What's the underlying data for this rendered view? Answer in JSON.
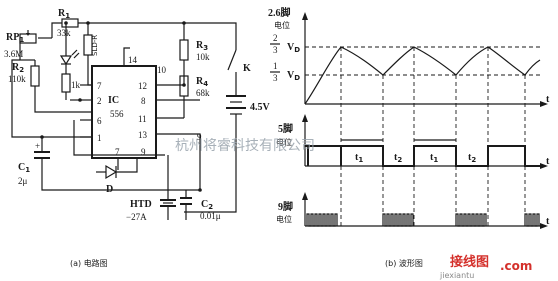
{
  "circuit": {
    "ic_label": "IC",
    "ic_model": "556",
    "pins_left": [
      "7",
      "2",
      "6",
      "1"
    ],
    "pins_right": [
      "12",
      "8",
      "11",
      "13"
    ],
    "pin_top": "14",
    "pin_bottom_left": "7",
    "pin_bottom_right": "9",
    "pin_9_outer": "9",
    "pin_10": "10",
    "rp1": "RP",
    "rp1_sub": "1",
    "rp1_value": "3.6M",
    "r1": "R",
    "r1_sub": "1",
    "r1_value": "33k",
    "r2": "R",
    "r2_sub": "2",
    "r2_value": "110k",
    "r_led_value": "1k",
    "led_label": "SLD-R",
    "r3": "R",
    "r3_sub": "3",
    "r3_value": "10k",
    "r4": "R",
    "r4_sub": "4",
    "r4_value": "68k",
    "switch_label": "K",
    "battery_value": "4.5V",
    "c1": "C",
    "c1_sub": "1",
    "c1_value": "2μ",
    "diode_label": "D",
    "htd_label": "HTD",
    "htd_value": "−27A",
    "c2": "C",
    "c2_sub": "2",
    "c2_value": "0.01μ",
    "caption": "(a)  电路图"
  },
  "waveform": {
    "pin26_title": "2.6脚",
    "pin26_sub": "电位",
    "frac_23_num": "2",
    "frac_23_den": "3",
    "frac_13_num": "1",
    "frac_13_den": "3",
    "vd_label": "V",
    "vd_sub": "D",
    "pin5_title": "5脚",
    "pin5_sub": "电位",
    "pin9_title": "9脚",
    "pin9_sub": "电位",
    "t_axis": "t",
    "t1_label": "t",
    "t1_sub": "1",
    "t2_label": "t",
    "t2_sub": "2",
    "caption": "(b)  波形图"
  },
  "watermarks": {
    "company": "杭州将睿科技有限公司",
    "site_cn": "接线图",
    "site_url": "jiexiantu",
    "site_dotcom": ".com"
  }
}
